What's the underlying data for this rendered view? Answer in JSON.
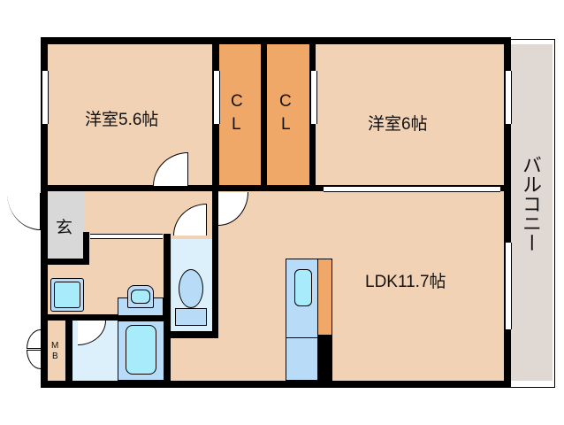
{
  "floorplan": {
    "rooms": [
      {
        "id": "western-room-1",
        "label": "洋室5.6帖"
      },
      {
        "id": "western-room-2",
        "label": "洋室6帖"
      },
      {
        "id": "closet-1",
        "label_top": "C",
        "label_bottom": "L"
      },
      {
        "id": "closet-2",
        "label_top": "C",
        "label_bottom": "L"
      },
      {
        "id": "entrance",
        "label": "玄"
      },
      {
        "id": "ldk",
        "label": "LDK11.7帖"
      },
      {
        "id": "balcony",
        "label": "バルコニー"
      },
      {
        "id": "meter-box",
        "label_top": "M",
        "label_bottom": "B"
      }
    ],
    "colors": {
      "room": "#f2d2b4",
      "closet": "#f0a868",
      "entrance": "#d8d8d8",
      "balcony": "#e0d8d2",
      "wet": "#dcf0fc",
      "fixture": "#b8dcf8",
      "fixture_inner": "#a8ecfc",
      "wall": "#000000"
    }
  }
}
